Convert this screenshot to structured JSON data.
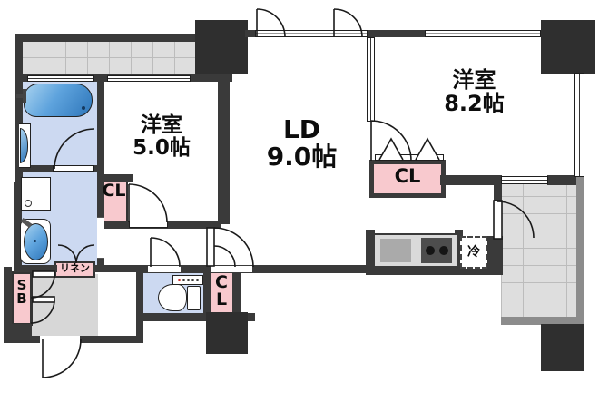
{
  "rooms": {
    "bedroom1": {
      "name": "洋室",
      "size": "5.0帖"
    },
    "living": {
      "name": "LD",
      "size": "9.0帖"
    },
    "bedroom2": {
      "name": "洋室",
      "size": "8.2帖"
    }
  },
  "storage": {
    "closet_bedroom1": "CL",
    "closet_living": "CL",
    "closet_hall": "CL",
    "linen": "リネン",
    "shoe_box": "SB"
  },
  "kitchen": {
    "fridge": "冷"
  },
  "colors": {
    "wall": "#3a3a3a",
    "pillar": "#2f2f2f",
    "closet_pink": "#f8c9ce",
    "wet_area_blue": "#ccd9f1",
    "bathtub_blue": "#2e76ba",
    "balcony_gray": "#dedede",
    "entry_gray": "#d7d7d7",
    "balcony_edge_gray": "#8c8c8c"
  }
}
